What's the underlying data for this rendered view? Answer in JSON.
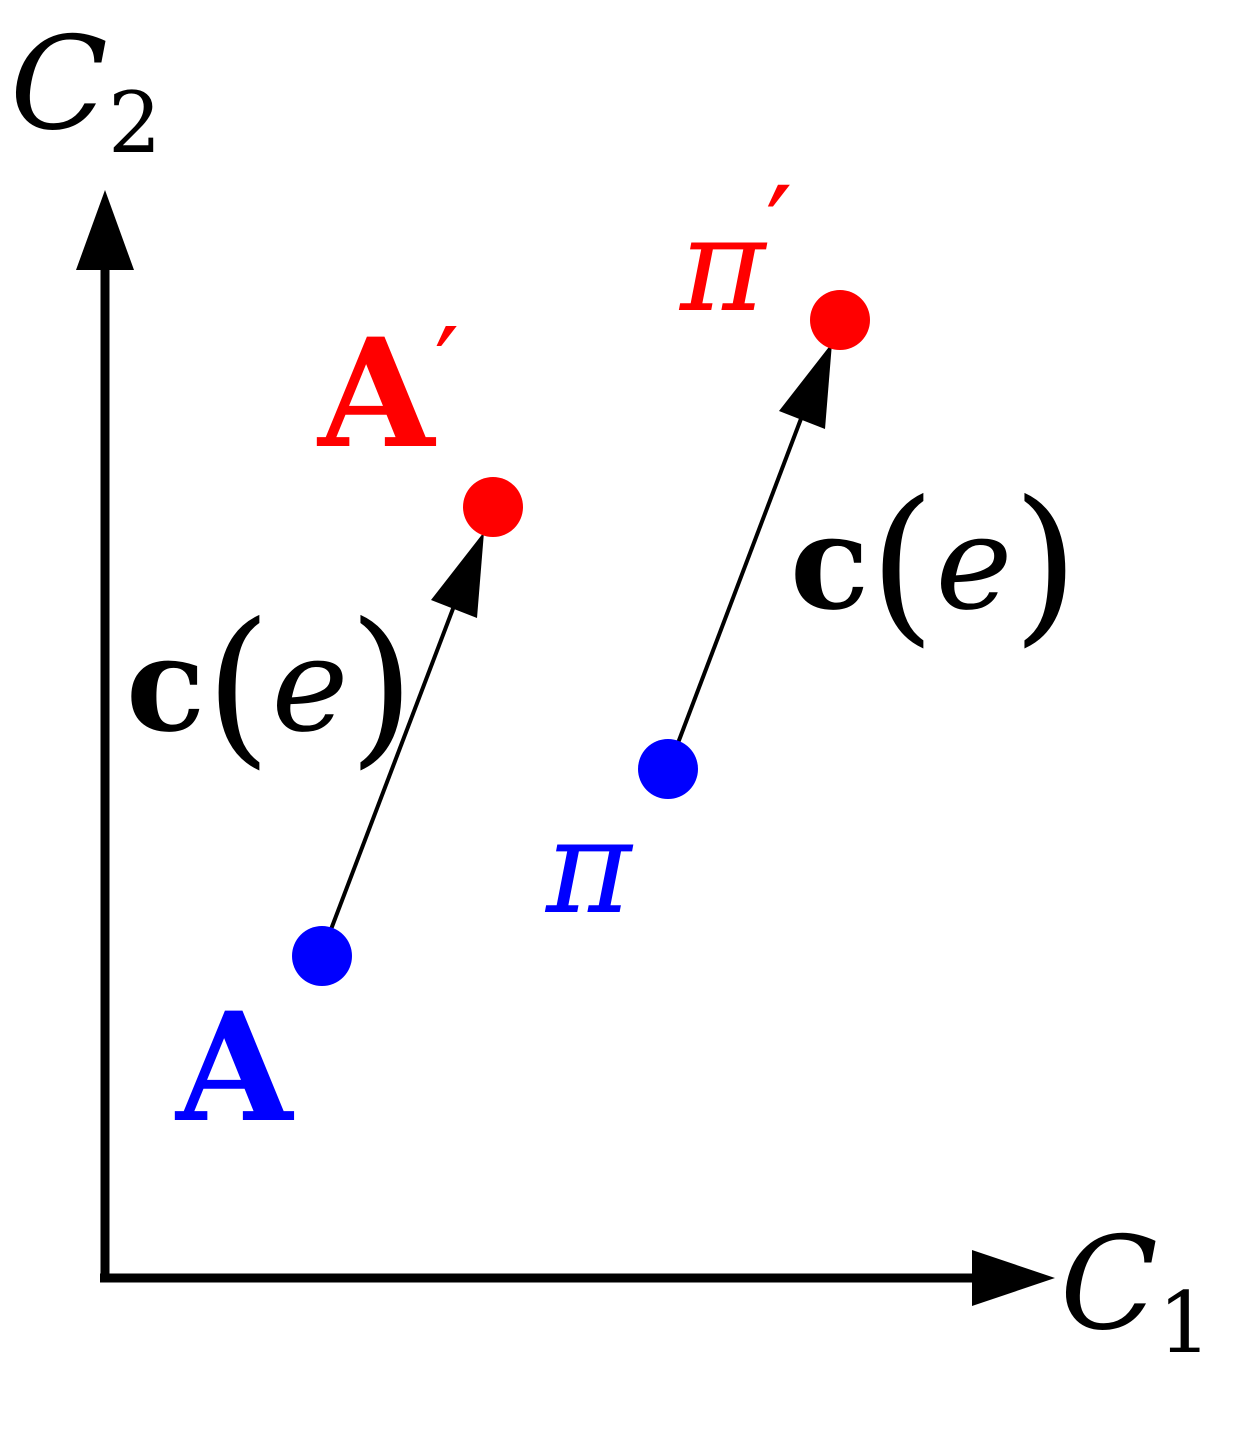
{
  "axes": {
    "x_label": {
      "main": "C",
      "sub": "1"
    },
    "y_label": {
      "main": "C",
      "sub": "2"
    }
  },
  "colors": {
    "original": "#0000ff",
    "shifted": "#ff0000",
    "axis": "#000000"
  },
  "points": {
    "A": {
      "base": "A",
      "prime": ""
    },
    "A_prime": {
      "base": "A",
      "prime": "′"
    },
    "pi": {
      "base": "π",
      "prime": ""
    },
    "pi_prime": {
      "base": "π",
      "prime": "′"
    }
  },
  "vectors": {
    "left": {
      "bold": "c",
      "open": "(",
      "var": "e",
      "close": ")"
    },
    "right": {
      "bold": "c",
      "open": "(",
      "var": "e",
      "close": ")"
    }
  }
}
